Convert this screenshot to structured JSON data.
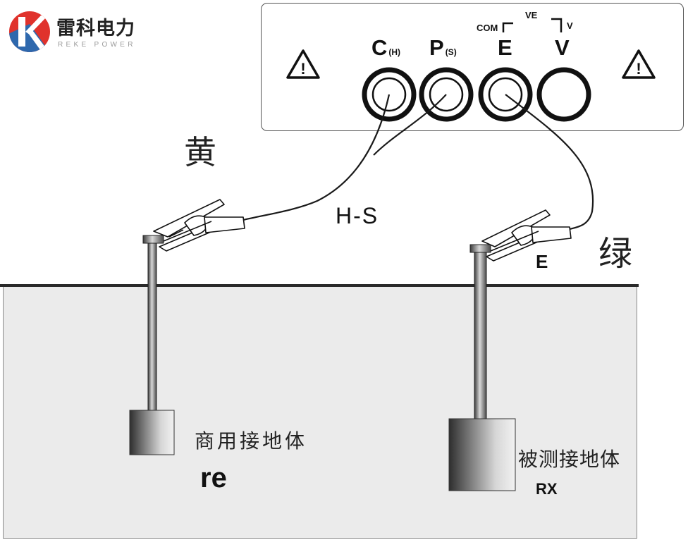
{
  "brand": {
    "name": "雷科电力",
    "subtitle": "REKE POWER",
    "colors": {
      "red": "#e0322c",
      "blue": "#2e68ad"
    }
  },
  "meter": {
    "terminals": [
      {
        "main": "C",
        "sub": "(H)"
      },
      {
        "main": "P",
        "sub": "(S)"
      },
      {
        "main": "E",
        "sub": ""
      },
      {
        "main": "V",
        "sub": ""
      }
    ],
    "com_label": "COM",
    "ve_label": "VE",
    "v_label": "V",
    "warning_icon": "warning-triangle-icon"
  },
  "wires": {
    "yellow_label": "黄",
    "green_label": "绿",
    "hs_label": "H-S",
    "e_label": "E"
  },
  "electrodes": {
    "left_name": "商用接地体",
    "left_code": "re",
    "right_name": "被测接地体",
    "right_code": "RX"
  }
}
